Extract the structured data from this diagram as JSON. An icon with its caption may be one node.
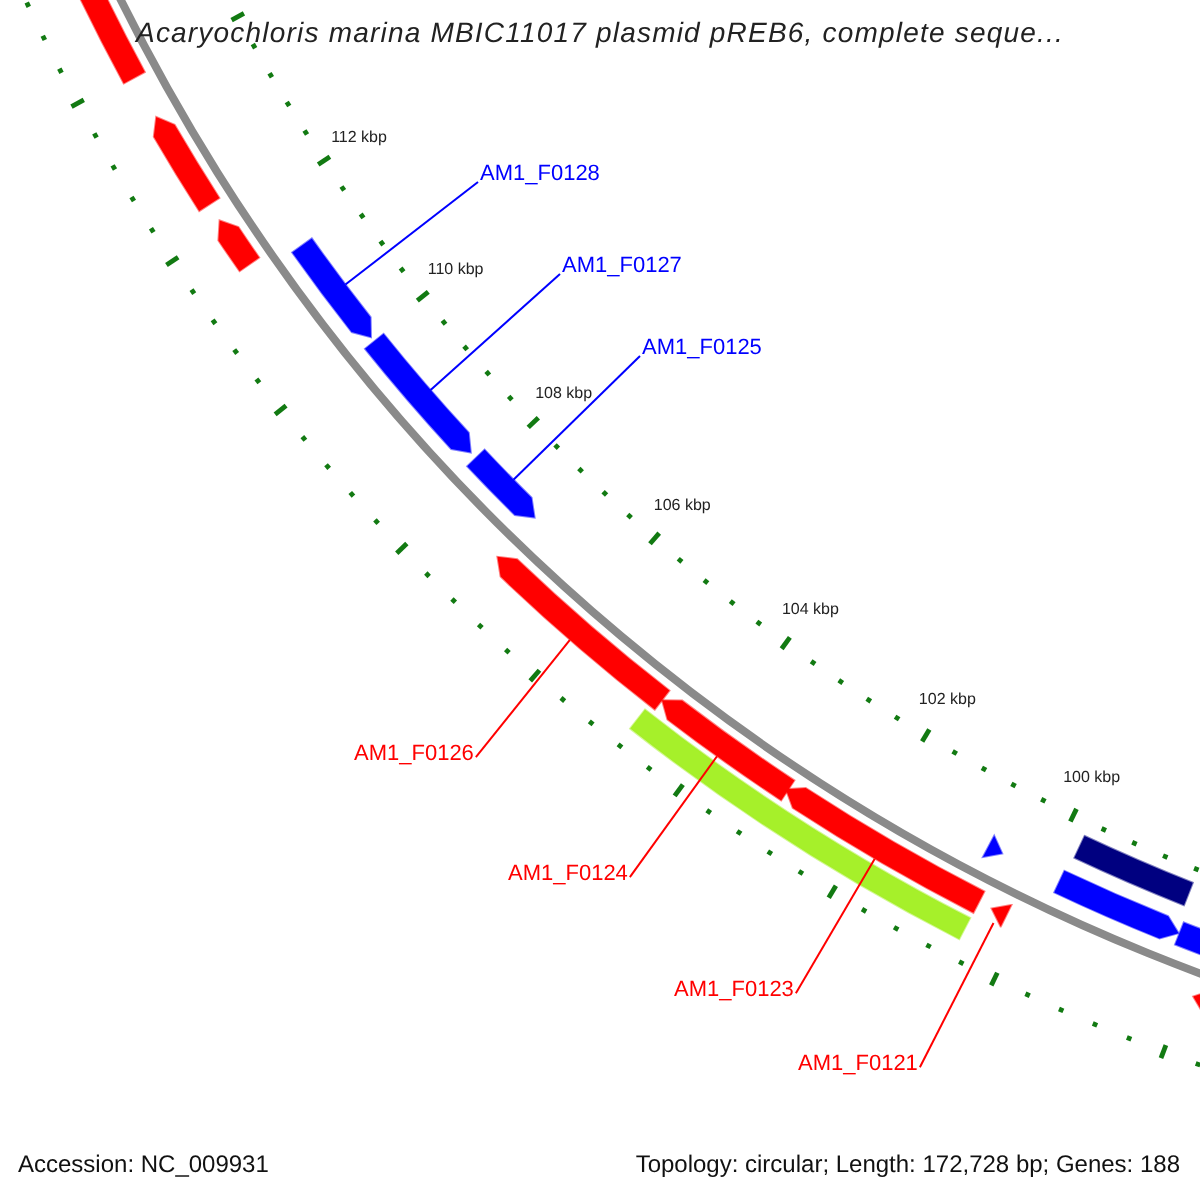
{
  "diagram": {
    "title": "Acaryochloris marina MBIC11017 plasmid pREB6, complete seque...",
    "nodes": [
      {
        "text": [
          "AM1_F0128"
        ]
      },
      {
        "text": [
          "AM1_F0127"
        ]
      },
      {
        "text": [
          "AM1_F0125"
        ]
      },
      {
        "text": [
          "AM1_F0126"
        ]
      },
      {
        "text": [
          "AM1_F0124"
        ]
      },
      {
        "text": [
          "AM1_F0123"
        ]
      },
      {
        "text": [
          "AM1_F0121"
        ]
      },
      {
        "text": [],
        "shape": "arrow"
      },
      {
        "text": [],
        "shape": "arrow"
      },
      {
        "text": [],
        "shape": "arrow"
      },
      {
        "text": [],
        "shape": "arrow"
      },
      {
        "text": [],
        "shape": "arrow"
      },
      {
        "text": [],
        "shape": "arrow"
      },
      {
        "text": [],
        "shape": "arrow"
      }
    ],
    "edges": [
      {
        "from": 0,
        "to": 7,
        "arrow": "none",
        "color": "#0000ff"
      },
      {
        "from": 1,
        "to": 8,
        "arrow": "none",
        "color": "#0000ff"
      },
      {
        "from": 2,
        "to": 9,
        "arrow": "none",
        "color": "#0000ff"
      },
      {
        "from": 3,
        "to": 10,
        "arrow": "none"
      },
      {
        "from": 4,
        "to": 11,
        "arrow": "none"
      },
      {
        "from": 5,
        "to": 12,
        "arrow": "none"
      },
      {
        "from": 6,
        "to": 13,
        "arrow": "none"
      }
    ],
    "labels": [
      "112 kbp",
      "110 kbp",
      "108 kbp",
      "106 kbp",
      "104 kbp",
      "102 kbp",
      "100 kbp",
      "Accession: NC_009931",
      "Topology: circular; Length: 172,728 bp; Genes: 188"
    ]
  }
}
